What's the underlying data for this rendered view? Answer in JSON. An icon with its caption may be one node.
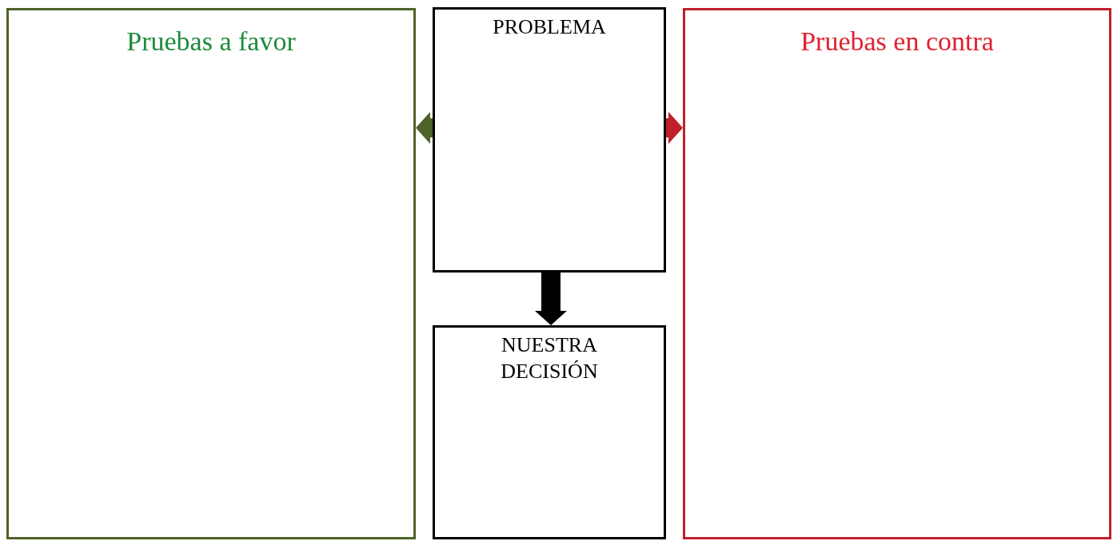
{
  "diagram": {
    "nodes": [
      {
        "text": [
          "Pruebas a favor"
        ]
      },
      {
        "text": [
          "PROBLEMA"
        ]
      },
      {
        "text": [
          "Pruebas en contra"
        ]
      },
      {
        "text": [
          "NUESTRA DECISIÓN"
        ]
      }
    ],
    "edges": [
      {
        "from": 1,
        "to": 0,
        "arrow": "to",
        "color": "#4f6228"
      },
      {
        "from": 1,
        "to": 2,
        "arrow": "to",
        "color": "#c0202a"
      },
      {
        "from": 1,
        "to": 3,
        "arrow": "to",
        "color": "#000000"
      }
    ]
  }
}
